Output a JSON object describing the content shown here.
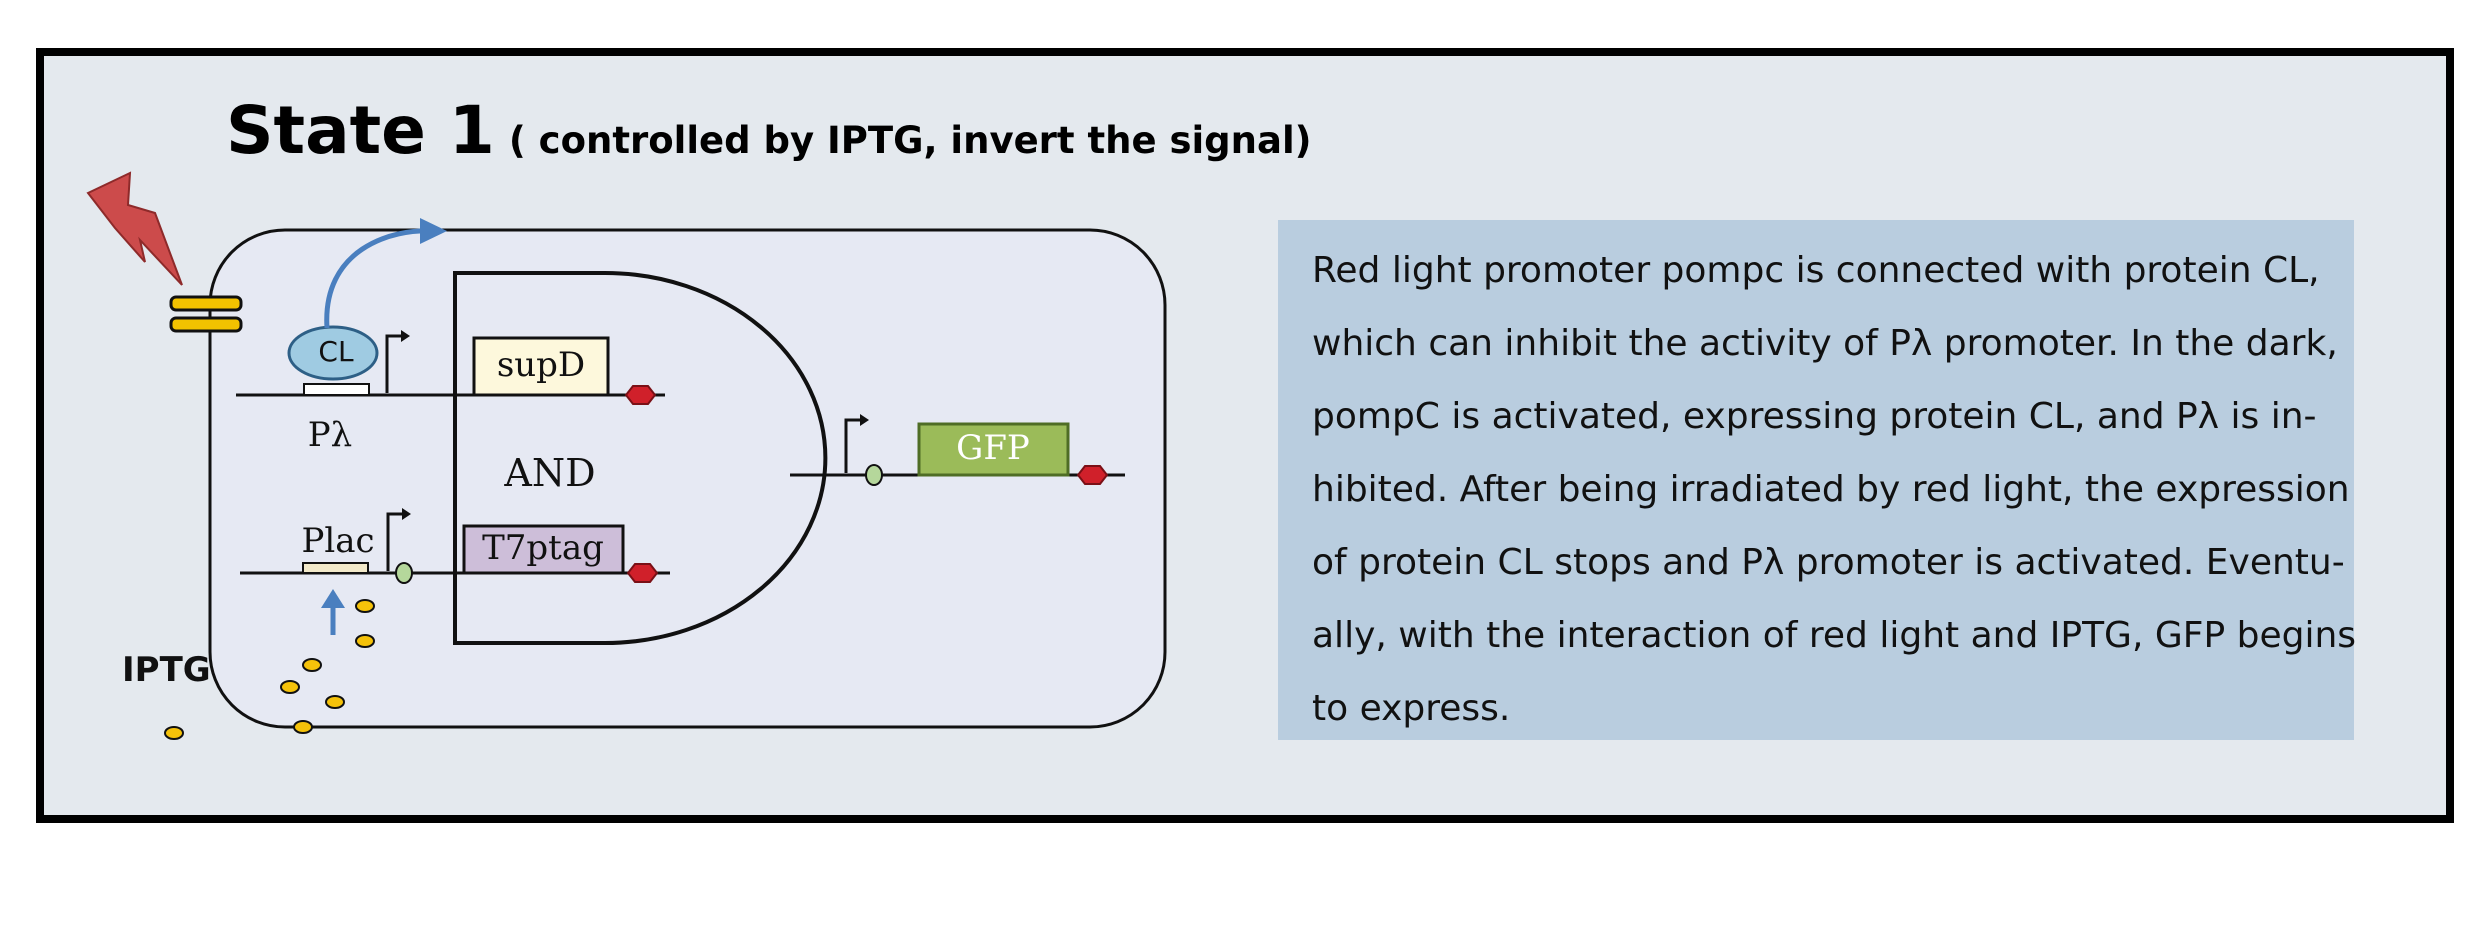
{
  "title": {
    "main": "State 1",
    "subtitle": "( controlled by IPTG, invert the signal)"
  },
  "diagram": {
    "protein_cl": "CL",
    "promoter_plambda": "Pλ",
    "promoter_plac": "Plac",
    "gene_supd": "supD",
    "gene_t7ptag": "T7ptag",
    "gene_gfp": "GFP",
    "gate_label": "AND",
    "inducer_label": "IPTG"
  },
  "description": {
    "lines": [
      "Red light promoter pompc is connected with protein CL,",
      "which can inhibit the activity of Pλ promoter. In the dark,",
      "pompC is activated, expressing protein CL, and Pλ is in-",
      "hibited. After being irradiated by red light, the expression",
      "of protein CL stops and Pλ promoter is activated. Eventu-",
      "ally, with the interaction of red light and IPTG, GFP begins",
      "to express."
    ]
  },
  "colors": {
    "frame_background": "#e4e9ee",
    "cell_fill": "#e6e9f3",
    "description_box": "#b9cddf",
    "lightning": "#cc4b4b",
    "receptor": "#f2c200",
    "cl_protein": "#9fcbe2",
    "supd_box": "#fdf8dc",
    "t7ptag_box": "#cdbed9",
    "gfp_box": "#9bbb59",
    "terminator": "#d0202a",
    "rbs": "#b5d79b",
    "arrow": "#4a7fbf",
    "iptg_molecule": "#f5c20a"
  }
}
